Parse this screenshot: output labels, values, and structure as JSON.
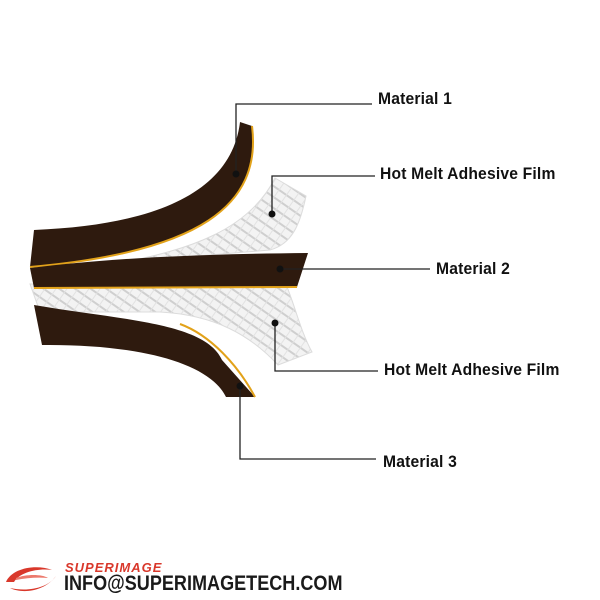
{
  "labels": {
    "material_1": "Material 1",
    "hot_melt_film_top": "Hot Melt Adhesive Film",
    "material_2": "Material 2",
    "hot_melt_film_bottom": "Hot Melt Adhesive Film",
    "material_3": "Material 3"
  },
  "footer": {
    "brand": "SUPERIMAGE",
    "email": "INFO@SUPERIMAGETECH.COM"
  },
  "colors": {
    "material": "#2e1a0e",
    "adhesive_edge": "#e2a21a",
    "film": "#f1f1f1",
    "leader_line": "#222222",
    "brand": "#d9382b"
  }
}
